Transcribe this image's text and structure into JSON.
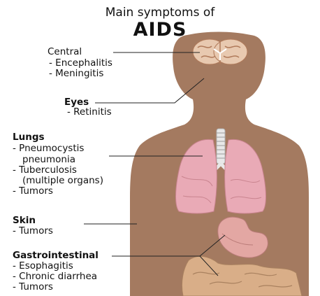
{
  "title": {
    "line1": "Main symptoms of",
    "line2": "AIDS"
  },
  "colors": {
    "skin": "#a47a60",
    "lung": "#e9aab6",
    "brain": "#e8c9b0",
    "stomach": "#e3a7a3",
    "intestine": "#d9ae88",
    "leader": "#222222"
  },
  "groups": {
    "central": {
      "heading": "Central",
      "items": [
        "- Encephalitis",
        "- Meningitis"
      ]
    },
    "eyes": {
      "heading": "Eyes",
      "items": [
        "- Retinitis"
      ]
    },
    "lungs": {
      "heading": "Lungs",
      "items": [
        "- Pneumocystis",
        "pneumonia",
        "- Tuberculosis",
        "(multiple organs)",
        "- Tumors"
      ]
    },
    "skin": {
      "heading": "Skin",
      "items": [
        "- Tumors"
      ]
    },
    "gastro": {
      "heading": "Gastrointestinal",
      "items": [
        "- Esophagitis",
        "- Chronic diarrhea",
        "- Tumors"
      ]
    }
  }
}
